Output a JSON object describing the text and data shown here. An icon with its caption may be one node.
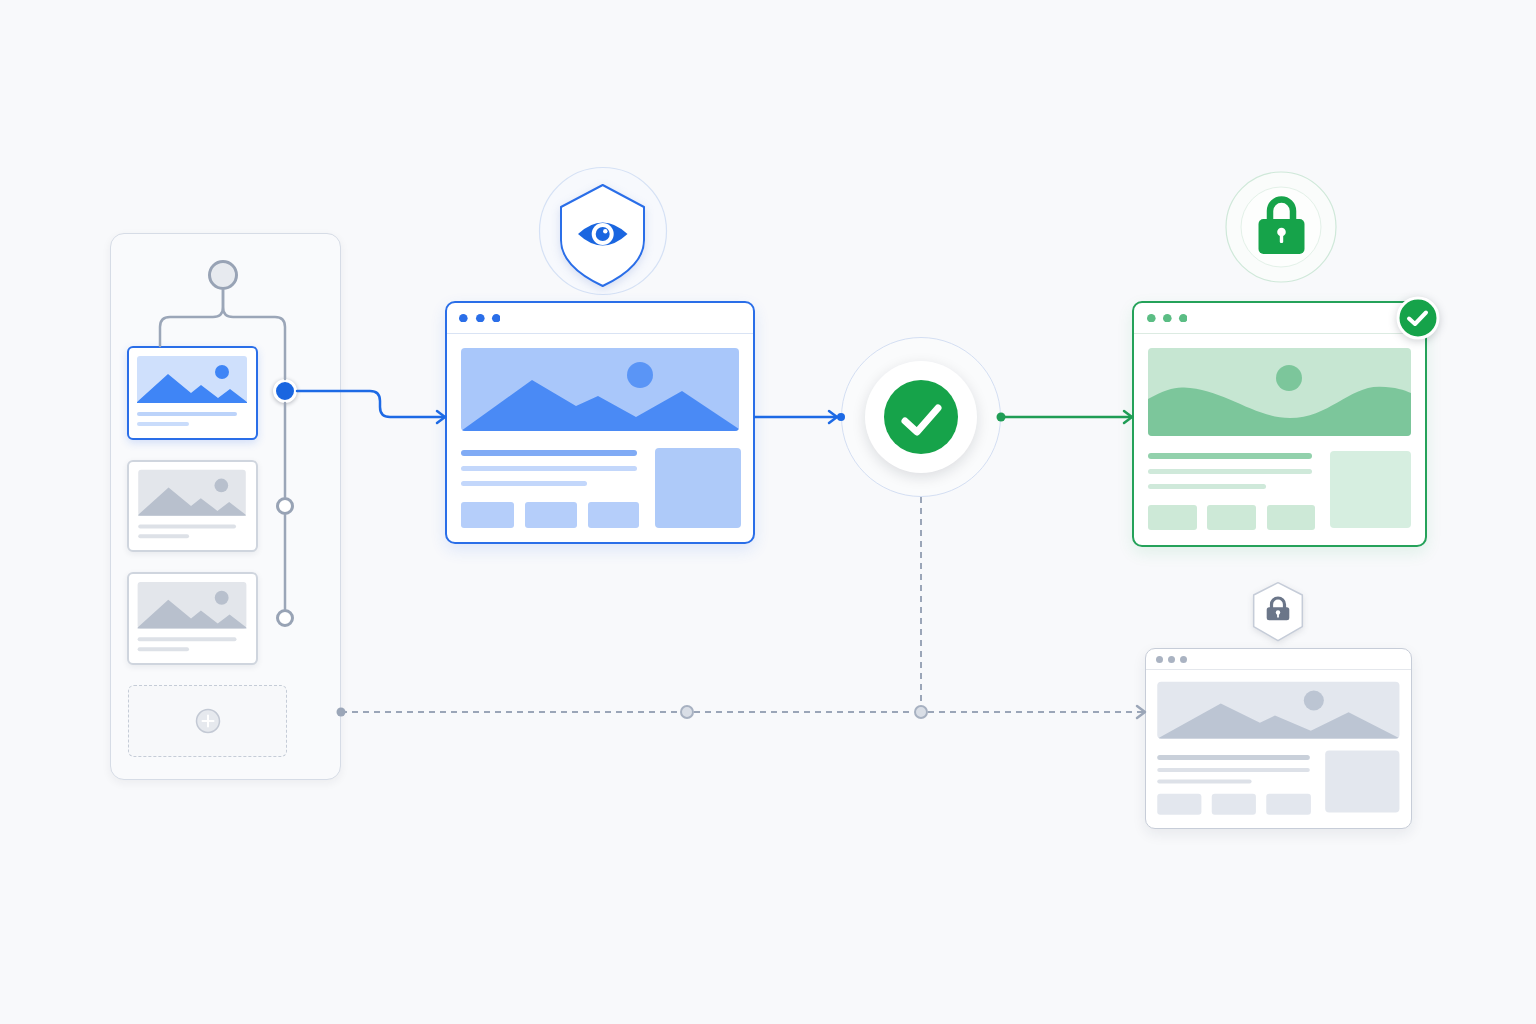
{
  "diagram": {
    "nodes": [
      {
        "text": [],
        "shape": "box"
      },
      {
        "text": [],
        "shape": "circle",
        "in": 0
      },
      {
        "text": [],
        "shape": "picture",
        "in": 0
      },
      {
        "text": [],
        "shape": "circle",
        "in": 0
      },
      {
        "text": [],
        "shape": "picture",
        "in": 0
      },
      {
        "text": [],
        "shape": "circle",
        "in": 0
      },
      {
        "text": [],
        "shape": "picture",
        "in": 0
      },
      {
        "text": [],
        "shape": "circle",
        "in": 0
      },
      {
        "text": [],
        "shape": "box",
        "in": 0
      },
      {
        "text": [],
        "shape": "window"
      },
      {
        "text": [],
        "shape": "circle"
      },
      {
        "text": [],
        "shape": "window"
      },
      {
        "text": [],
        "shape": "circle"
      },
      {
        "text": [],
        "shape": "circle"
      },
      {
        "text": [],
        "shape": "window"
      }
    ],
    "edges": [
      {
        "from": 1,
        "to": 2,
        "arrow": "none"
      },
      {
        "from": 1,
        "to": 3,
        "arrow": "none"
      },
      {
        "from": 3,
        "to": 5,
        "arrow": "none"
      },
      {
        "from": 5,
        "to": 7,
        "arrow": "none"
      },
      {
        "from": 3,
        "to": 9,
        "arrow": "to",
        "color": "#1d6ae5"
      },
      {
        "from": 9,
        "to": 10,
        "arrow": "to",
        "color": "#1d6ae5"
      },
      {
        "from": 10,
        "to": 11,
        "arrow": "to",
        "color": "#1f9d55"
      },
      {
        "from": 0,
        "to": 12,
        "arrow": "other",
        "style": "dashed"
      },
      {
        "from": 12,
        "to": 13,
        "arrow": "none",
        "style": "dashed"
      },
      {
        "from": 10,
        "to": 13,
        "arrow": "none",
        "style": "dashed"
      },
      {
        "from": 13,
        "to": 14,
        "arrow": "to",
        "style": "dashed"
      }
    ]
  }
}
